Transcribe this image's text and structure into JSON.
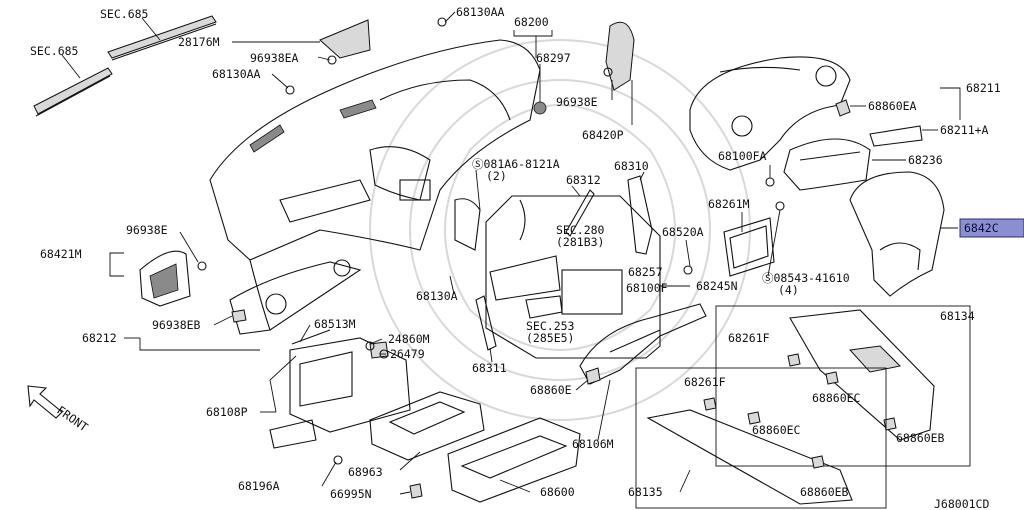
{
  "diagram_id": "J68001CD",
  "front_label": "FRONT",
  "highlight_label": "6842C",
  "labels": {
    "sec685_a": "SEC.685",
    "sec685_b": "SEC.685",
    "l28176m": "28176M",
    "l96938ea": "96938EA",
    "l68130aa_top": "68130AA",
    "l68130aa_left": "68130AA",
    "l68200": "68200",
    "l68297": "68297",
    "l96938e_top": "96938E",
    "l68420p": "68420P",
    "l081a6": "Ⓢ081A6-8121A",
    "l081a6_qty": "(2)",
    "l68310": "68310",
    "l68312": "68312",
    "l68211": "68211",
    "l68860ea": "68860EA",
    "l68211a": "68211+A",
    "l68100fa": "68100FA",
    "l68236": "68236",
    "l68421m": "68421M",
    "l96938e_left": "96938E",
    "l68261m": "68261M",
    "l68520a": "68520A",
    "lsec280": "SEC.280",
    "lsec280_sub": "(281B3)",
    "l68257": "68257",
    "l68100f": "68100F",
    "l08543": "Ⓢ08543-41610",
    "l08543_qty": "(4)",
    "l68245n": "68245N",
    "l68130a": "68130A",
    "lsec253": "SEC.253",
    "lsec253_sub": "(285E5)",
    "l68212": "68212",
    "l96938eb": "96938EB",
    "l68513m": "68513M",
    "l24860m": "24860M",
    "l26479": "26479",
    "l68311": "68311",
    "l68134": "68134",
    "l68261f_a": "68261F",
    "l68860ec_a": "68860EC",
    "l68860eb_a": "68860EB",
    "l68108p": "68108P",
    "l68860e": "68860E",
    "l68261f_b": "68261F",
    "l68860ec_b": "68860EC",
    "l68106m": "68106M",
    "l68963": "68963",
    "l68196a": "68196A",
    "l66995n": "66995N",
    "l68600": "68600",
    "l68135": "68135",
    "l68860eb_b": "68860EB"
  }
}
